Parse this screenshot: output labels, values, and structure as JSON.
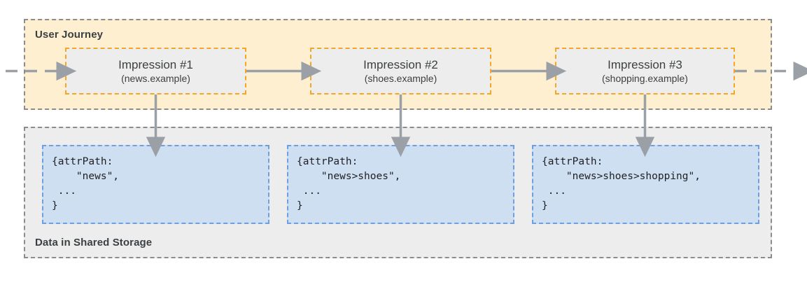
{
  "diagram": {
    "title": "User Journey and Data in Shared Storage",
    "panels": {
      "journey": {
        "label": "User Journey",
        "fill": "#FDEFD0",
        "border": "#8C8C8C"
      },
      "storage": {
        "label": "Data in Shared Storage",
        "fill": "#EDEDED",
        "border": "#8C8C8C"
      }
    },
    "impressions": [
      {
        "title": "Impression #1",
        "site": "(news.example)"
      },
      {
        "title": "Impression #2",
        "site": "(shoes.example)"
      },
      {
        "title": "Impression #3",
        "site": "(shopping.example)"
      }
    ],
    "data_boxes": [
      {
        "code": "{attrPath:\n    \"news\",\n ...\n}"
      },
      {
        "code": "{attrPath:\n    \"news>shoes\",\n ...\n}"
      },
      {
        "code": "{attrPath:\n    \"news>shoes>shopping\",\n ...\n}"
      }
    ],
    "colors": {
      "journey_fill": "#FDEFD0",
      "journey_border": "#8C8C8C",
      "impression_fill": "#EDEDED",
      "impression_border": "#F5A623",
      "storage_fill": "#EDEDED",
      "databox_fill": "#CFDFF2",
      "databox_border": "#6E9FE0",
      "arrow": "#9AA0A6",
      "text": "#3C4043"
    }
  }
}
